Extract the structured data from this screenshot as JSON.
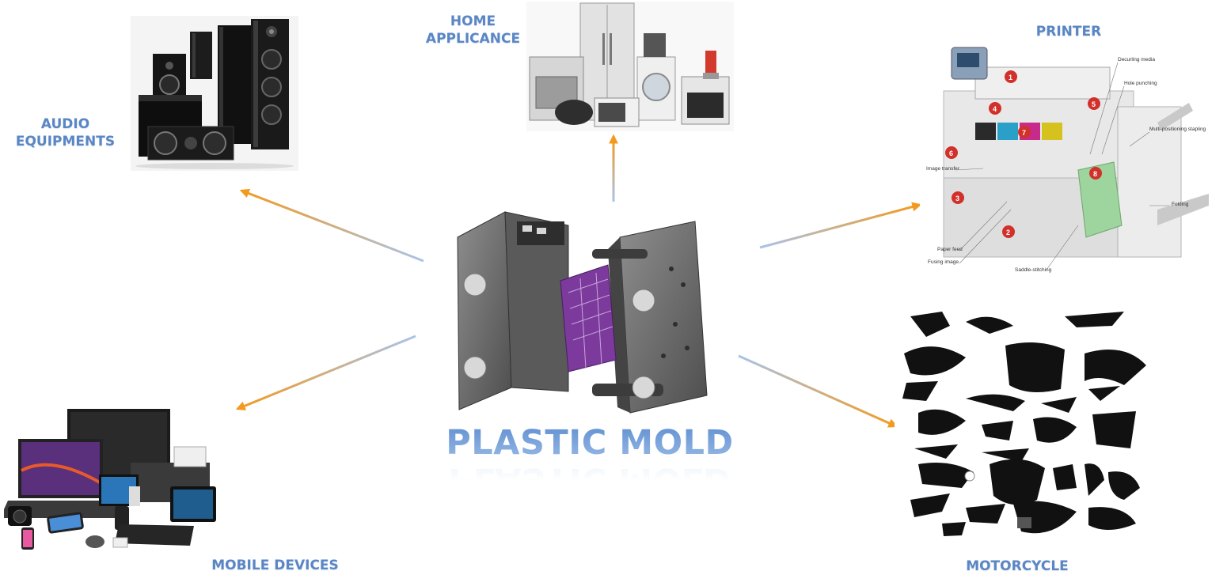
{
  "center": {
    "title": "PLASTIC MOLD"
  },
  "categories": {
    "home": {
      "line1": "HOME",
      "line2": "APPLICANCE"
    },
    "audio": {
      "line1": "AUDIO",
      "line2": "EQUIPMENTS"
    },
    "printer": {
      "label": "PRINTER"
    },
    "mobile": {
      "label": "MOBILE DEVICES"
    },
    "motorcycle": {
      "label": "MOTORCYCLE"
    }
  },
  "printer_callouts": {
    "decurling": "Decurling media",
    "hole": "Hole punching",
    "stapling": "Multi-positioning stapling",
    "transfer": "Image transfer",
    "folding": "Folding",
    "paperfeed": "Paper feed",
    "fusing": "Fusing image",
    "saddle": "Saddle-stitching"
  },
  "colors": {
    "label": "#5b86c4",
    "arrow_head": "#f39a1e",
    "arrow_tail": "#a9c3ea"
  }
}
